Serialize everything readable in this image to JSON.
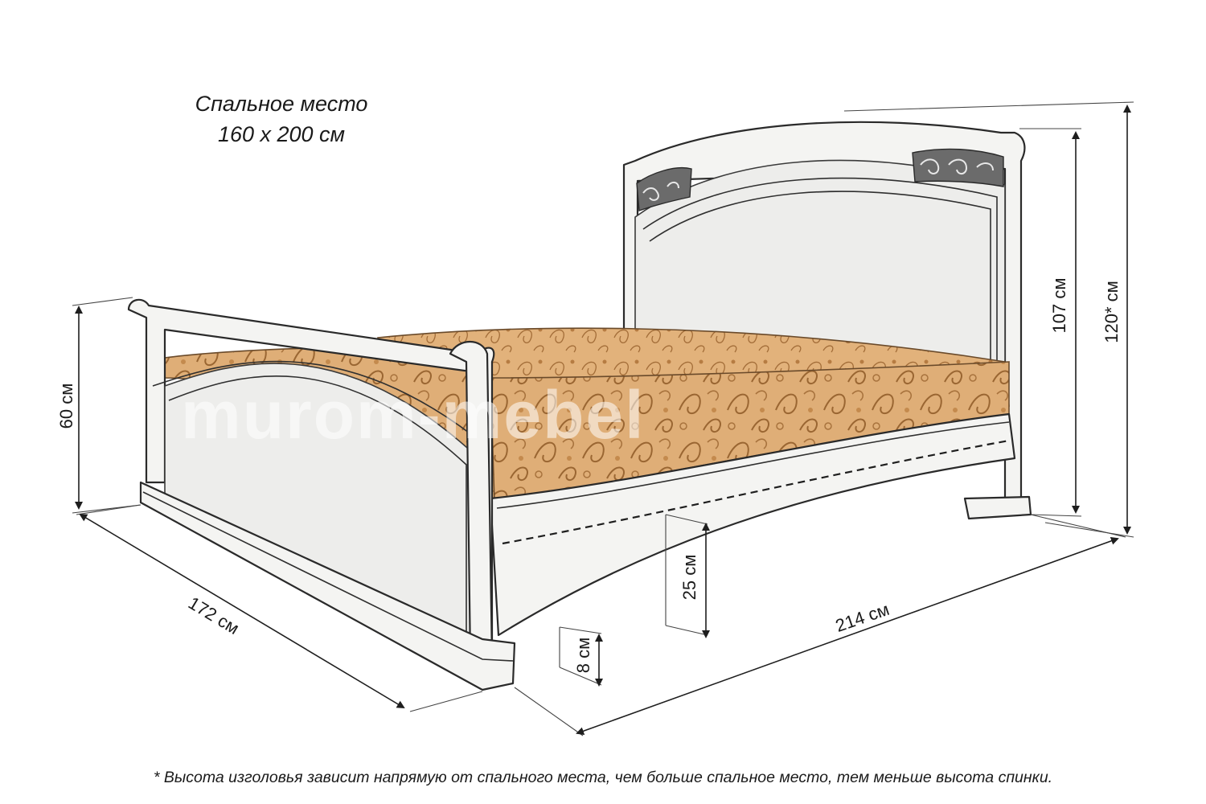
{
  "title": {
    "line1": "Спальное место",
    "line2": "160 x 200 см"
  },
  "dimensions": {
    "footboard_height": "60 см",
    "width": "172 см",
    "length": "214 см",
    "headboard_height_frame": "107 см",
    "headboard_height_total": "120* см",
    "side_rail_height": "25 см",
    "leg_height": "8 см"
  },
  "watermark": "murom-mebel",
  "footnote": "* Высота изголовья зависит напрямую от спального места, чем больше спальное место, тем меньше высота спинки.",
  "colors": {
    "mattress": "#d8a46a",
    "mattress_pattern": "#8a5a2a",
    "wood": "#f2f2f0",
    "outline": "#2a2a2a"
  }
}
